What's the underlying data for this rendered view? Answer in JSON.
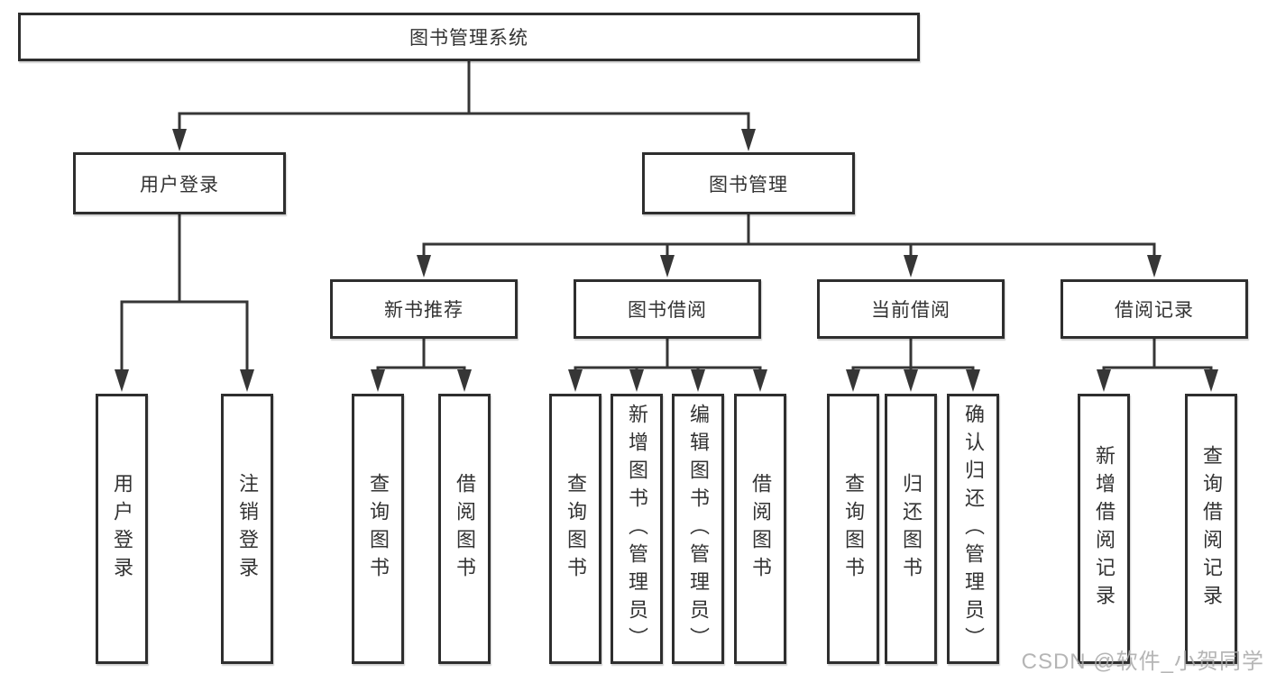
{
  "tree": {
    "root": {
      "label": "图书管理系统"
    },
    "branches": [
      {
        "label": "用户登录",
        "children": [
          {
            "label": "用户登录"
          },
          {
            "label": "注销登录"
          }
        ]
      },
      {
        "label": "图书管理",
        "groups": [
          {
            "label": "新书推荐",
            "children": [
              {
                "label": "查询图书"
              },
              {
                "label": "借阅图书"
              }
            ]
          },
          {
            "label": "图书借阅",
            "children": [
              {
                "label": "查询图书"
              },
              {
                "label": "新增图书（管理员）"
              },
              {
                "label": "编辑图书（管理员）"
              },
              {
                "label": "借阅图书"
              }
            ]
          },
          {
            "label": "当前借阅",
            "children": [
              {
                "label": "查询图书"
              },
              {
                "label": "归还图书"
              },
              {
                "label": "确认归还（管理员）"
              }
            ]
          },
          {
            "label": "借阅记录",
            "children": [
              {
                "label": "新增借阅记录"
              },
              {
                "label": "查询借阅记录"
              }
            ]
          }
        ]
      }
    ]
  },
  "watermark": {
    "text": "CSDN @软件_小贺同学"
  },
  "colors": {
    "line": "#363636",
    "box_border": "#2e2e2e",
    "box_fill": "#ffffff",
    "text": "#333333",
    "watermark": "#a8a8a8",
    "background": "#ffffff"
  }
}
